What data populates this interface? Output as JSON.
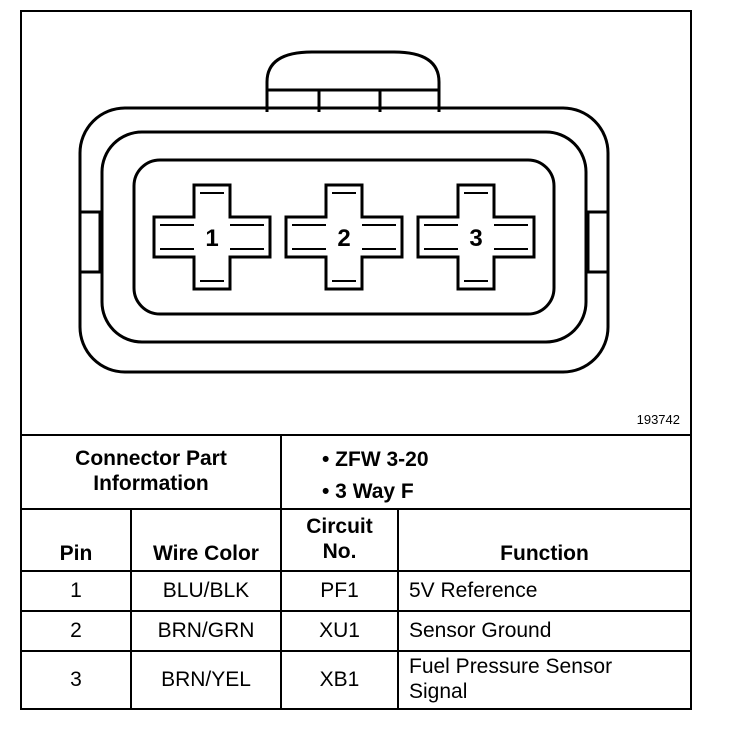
{
  "figure_id": "193742",
  "connector": {
    "pins": [
      "1",
      "2",
      "3"
    ]
  },
  "part_info": {
    "label_line1": "Connector Part",
    "label_line2": "Information",
    "bullets": [
      "• ZFW 3-20",
      "• 3 Way F"
    ]
  },
  "table": {
    "headers": {
      "pin": "Pin",
      "wire_color": "Wire Color",
      "circuit_line1": "Circuit",
      "circuit_line2": "No.",
      "function": "Function"
    },
    "rows": [
      {
        "pin": "1",
        "wire_color": "BLU/BLK",
        "circuit": "PF1",
        "function_line1": "5V Reference",
        "function_line2": ""
      },
      {
        "pin": "2",
        "wire_color": "BRN/GRN",
        "circuit": "XU1",
        "function_line1": "Sensor Ground",
        "function_line2": ""
      },
      {
        "pin": "3",
        "wire_color": "BRN/YEL",
        "circuit": "XB1",
        "function_line1": "Fuel Pressure Sensor",
        "function_line2": "Signal"
      }
    ]
  }
}
